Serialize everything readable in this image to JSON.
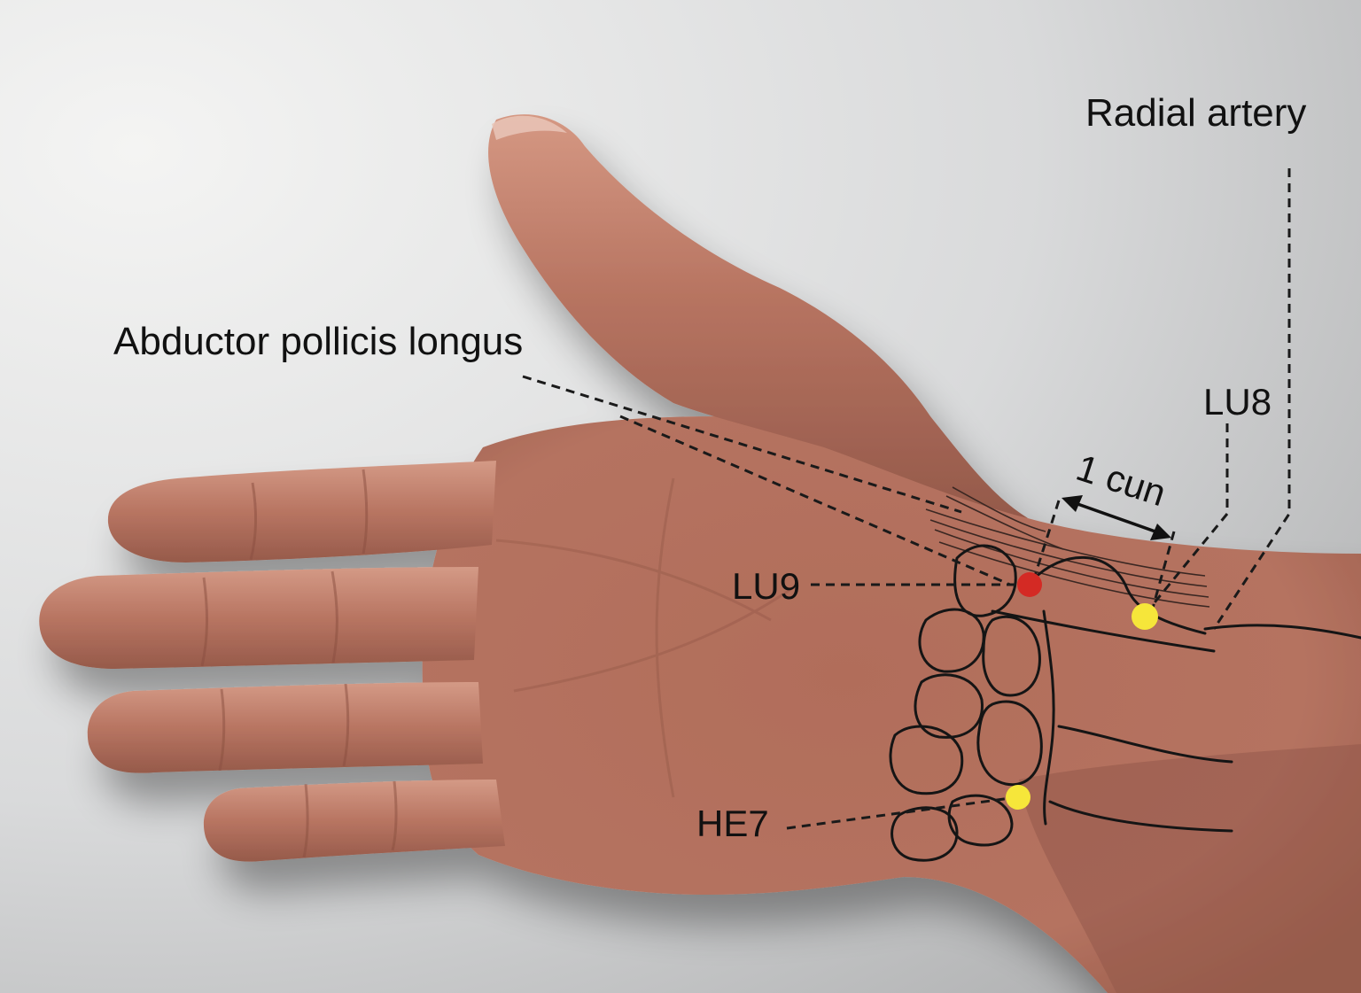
{
  "labels": {
    "radial_artery": "Radial artery",
    "abductor": "Abductor pollicis longus",
    "lu8": "LU8",
    "lu9": "LU9",
    "he7": "HE7",
    "cun": "1 cun"
  },
  "points": {
    "lu9_color": "#d42a24",
    "lu8_color": "#f6e63a",
    "he7_color": "#f6e63a"
  },
  "colors": {
    "background_light": "#f2f2f1",
    "background_dark": "#a9aaab",
    "skin": "#b9755f",
    "skin_shadow": "#8f5646",
    "skin_highlight": "#d79882"
  }
}
